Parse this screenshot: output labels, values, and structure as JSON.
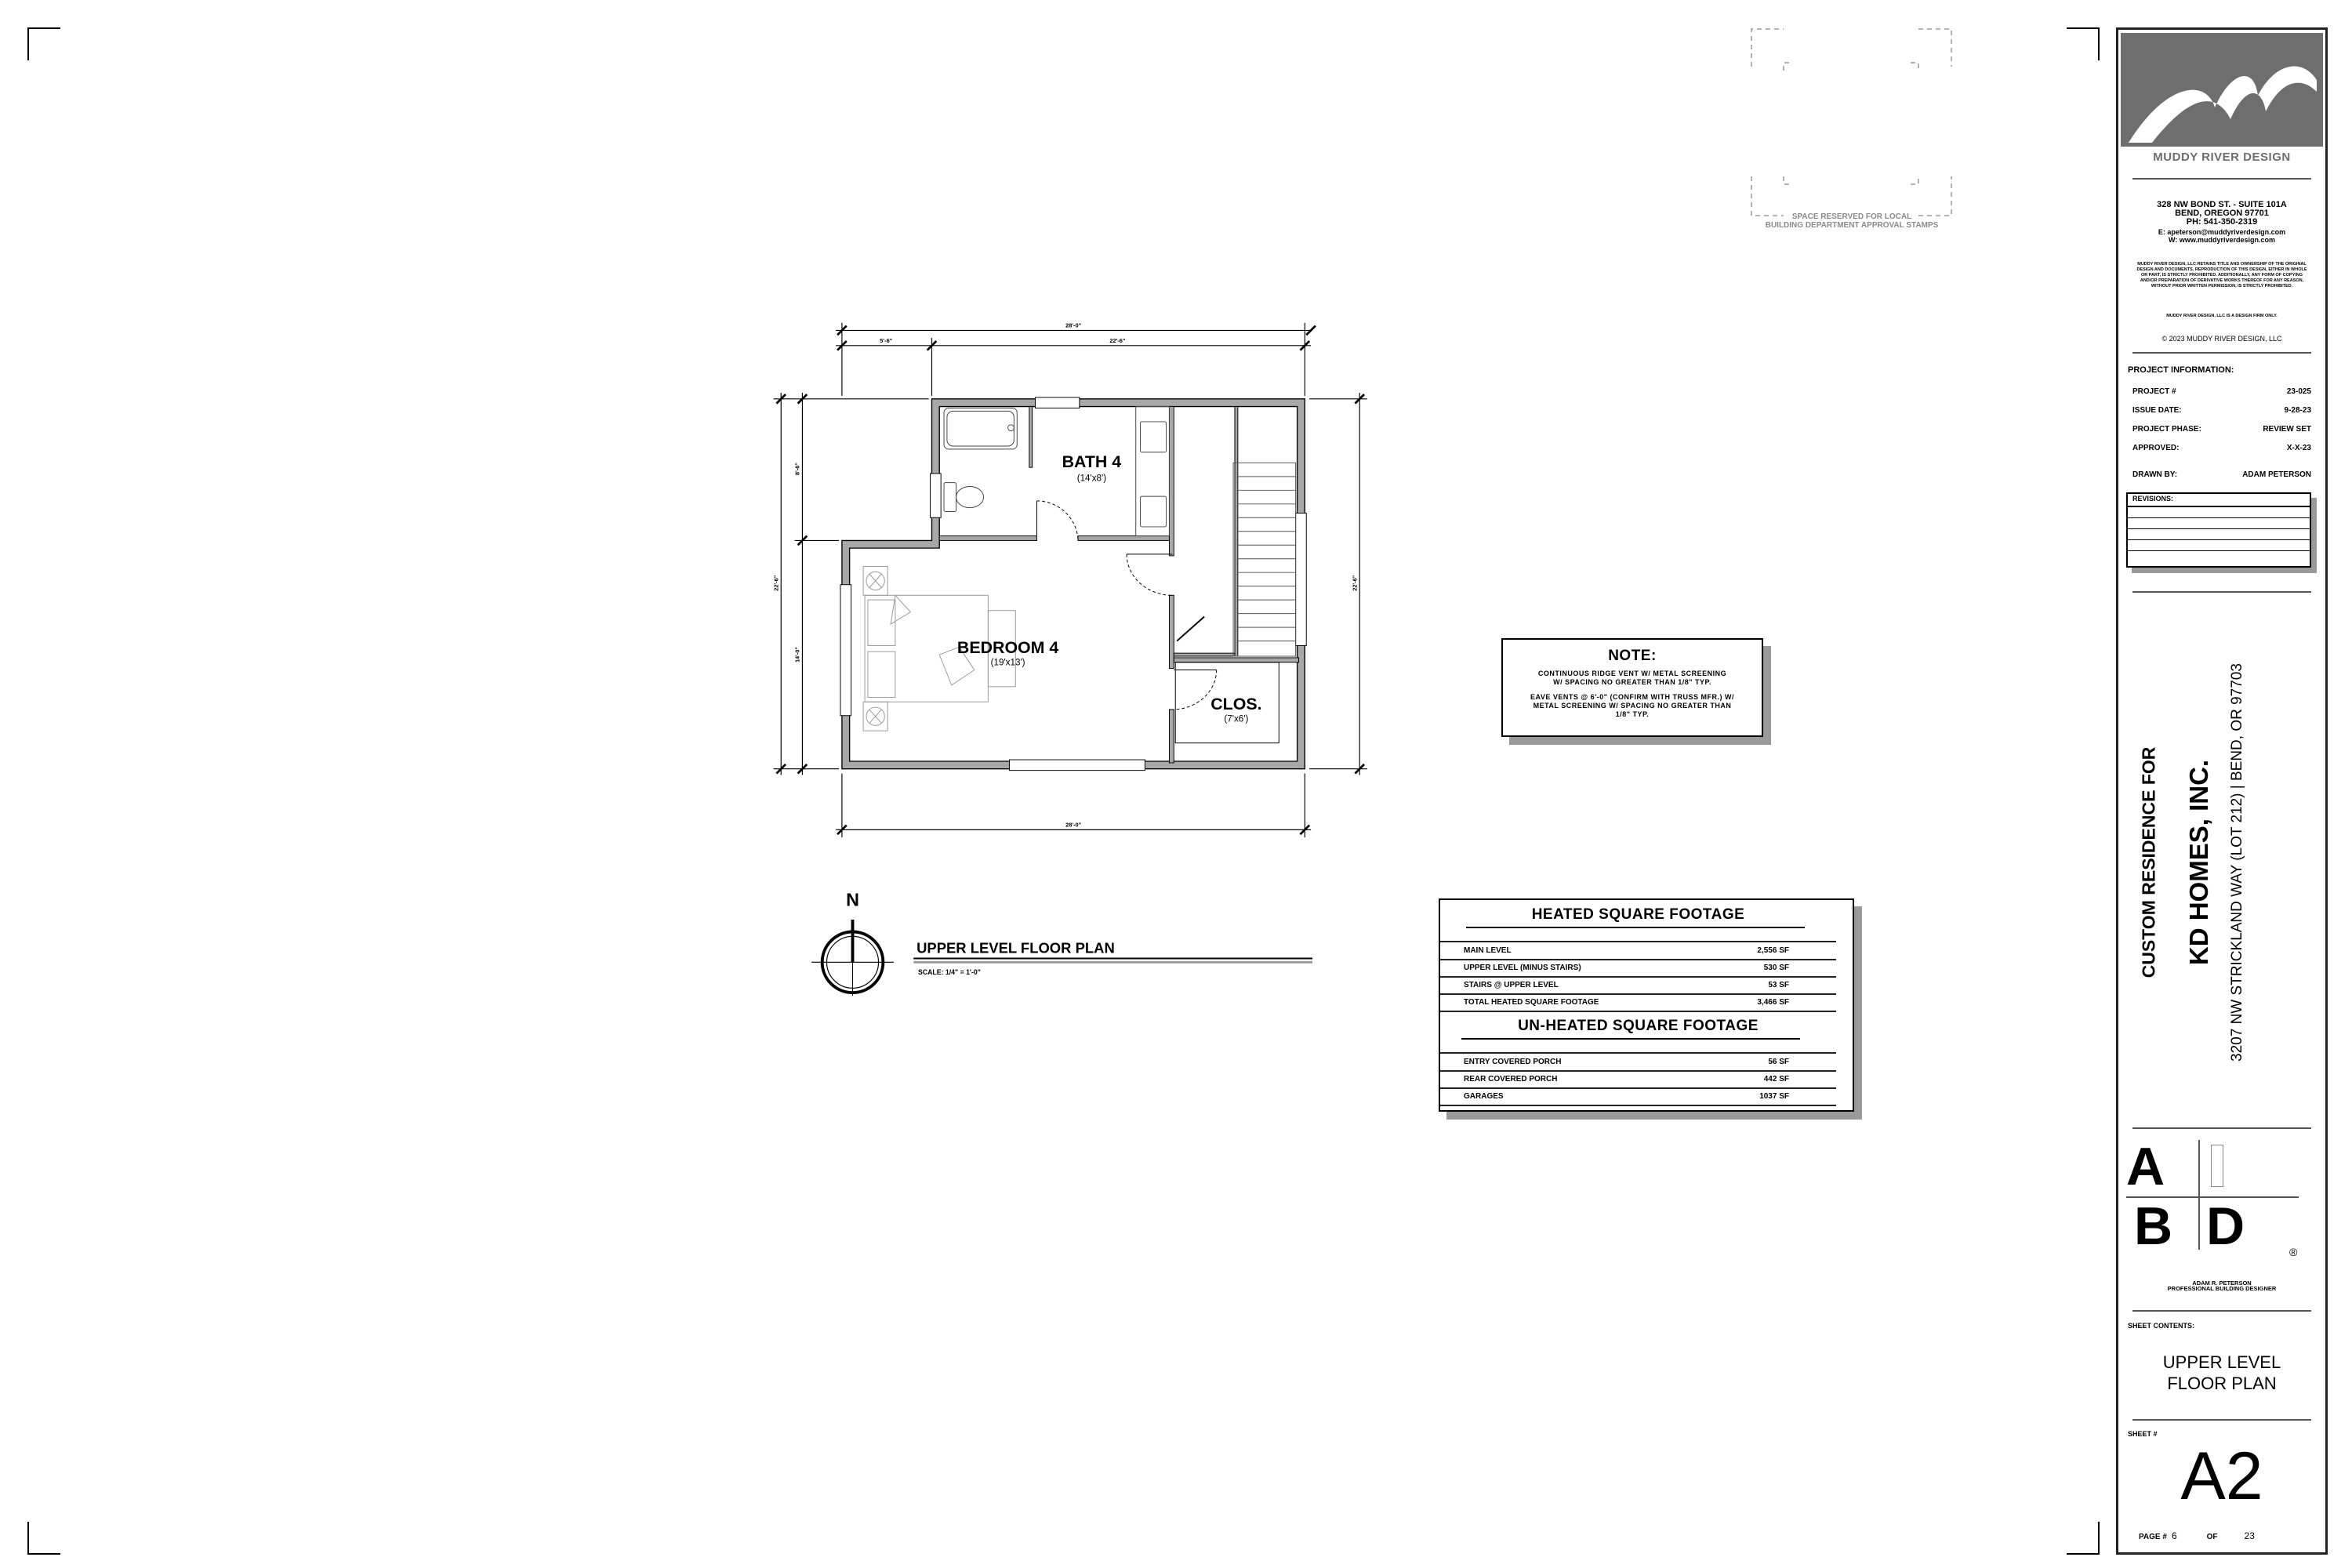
{
  "stamp_area": {
    "line1": "SPACE RESERVED FOR LOCAL",
    "line2": "BUILDING DEPARTMENT APPROVAL STAMPS"
  },
  "plan": {
    "rooms": [
      {
        "name": "BATH 4",
        "size": "(14'x8')"
      },
      {
        "name": "BEDROOM 4",
        "size": "(19'x13')"
      },
      {
        "name": "CLOS.",
        "size": "(7'x6')"
      }
    ],
    "dimensions": {
      "top_overall": "28'-0\"",
      "top_left": "5'-6\"",
      "top_right": "22'-6\"",
      "bottom_overall": "28'-0\"",
      "left_upper": "8'-6\"",
      "left_lower": "14'-0\"",
      "left_overall": "22'-6\"",
      "right_overall": "22'-6\""
    },
    "north_label": "N",
    "title": "UPPER LEVEL FLOOR PLAN",
    "scale": "SCALE:  1/4\" = 1'-0\""
  },
  "note": {
    "title": "NOTE:",
    "line1": "CONTINUOUS RIDGE VENT W/ METAL SCREENING W/ SPACING NO GREATER THAN 1/8\" TYP.",
    "line2": "EAVE VENTS @ 6'-0\" (CONFIRM WITH TRUSS MFR.) W/ METAL SCREENING W/ SPACING NO GREATER THAN 1/8\" TYP."
  },
  "sqft": {
    "heated_title": "HEATED SQUARE FOOTAGE",
    "heated": [
      {
        "label": "MAIN LEVEL",
        "value": "2,556 SF"
      },
      {
        "label": "UPPER LEVEL (MINUS STAIRS)",
        "value": "530 SF"
      },
      {
        "label": "STAIRS @ UPPER LEVEL",
        "value": "53 SF"
      },
      {
        "label": "TOTAL HEATED SQUARE FOOTAGE",
        "value": "3,466 SF"
      }
    ],
    "unheated_title": "UN-HEATED SQUARE FOOTAGE",
    "unheated": [
      {
        "label": "ENTRY COVERED PORCH",
        "value": "56 SF"
      },
      {
        "label": "REAR COVERED PORCH",
        "value": "442 SF"
      },
      {
        "label": "GARAGES",
        "value": "1037 SF"
      }
    ]
  },
  "title_block": {
    "firm_logo_text": "MUDDY RIVER DESIGN",
    "address1": "328 NW BOND ST. - SUITE 101A",
    "address2": "BEND, OREGON 97701",
    "phone": "PH: 541-350-2319",
    "email": "E: apeterson@muddyriverdesign.com",
    "web": "W: www.muddyriverdesign.com",
    "legal": "MUDDY RIVER DESIGN, LLC RETAINS TITLE AND OWNERSHIP OF THE ORIGINAL DESIGN AND DOCUMENTS. REPRODUCTION OF THIS DESIGN, EITHER IN WHOLE OR PART, IS STRICTLY PROHIBITED. ADDITIONALLY, ANY FORM OF COPYING AND/OR PREPARATION OF DERIVATIVE WORKS THEREOF FOR ANY REASON, WITHOUT PRIOR WRITTEN PERMISSION, IS STRICTLY PROHIBITED.",
    "firm_only": "MUDDY RIVER DESIGN, LLC IS A DESIGN FIRM ONLY.",
    "copyright": "© 2023 MUDDY RIVER DESIGN, LLC",
    "project_info_title": "PROJECT INFORMATION:",
    "project_info": [
      {
        "label": "PROJECT #",
        "value": "23-025"
      },
      {
        "label": "ISSUE DATE:",
        "value": "9-28-23"
      },
      {
        "label": "PROJECT PHASE:",
        "value": "REVIEW SET"
      },
      {
        "label": "APPROVED:",
        "value": "X-X-23"
      }
    ],
    "drawn_by_label": "DRAWN BY:",
    "drawn_by": "ADAM PETERSON",
    "revisions_label": "REVISIONS:",
    "residence_for": "CUSTOM RESIDENCE FOR",
    "client": "KD HOMES, INC.",
    "site_address": "3207 NW STRICKLAND WAY (LOT 212)  |  BEND, OR 97703",
    "designer_logo": "AIBD",
    "designer_name": "ADAM R. PETERSON",
    "designer_title": "PROFESSIONAL BUILDING DESIGNER",
    "sheet_contents_label": "SHEET CONTENTS:",
    "sheet_contents_1": "UPPER LEVEL",
    "sheet_contents_2": "FLOOR PLAN",
    "sheet_label": "SHEET #",
    "sheet": "A2",
    "page_label": "PAGE #",
    "page": "6",
    "of_label": "OF",
    "total_pages": "23"
  },
  "colors": {
    "wall": "#a8a8a8",
    "logo_bg": "#6e6e6e",
    "stamp_text": "#8a8a8a",
    "shadow": "#999999"
  }
}
